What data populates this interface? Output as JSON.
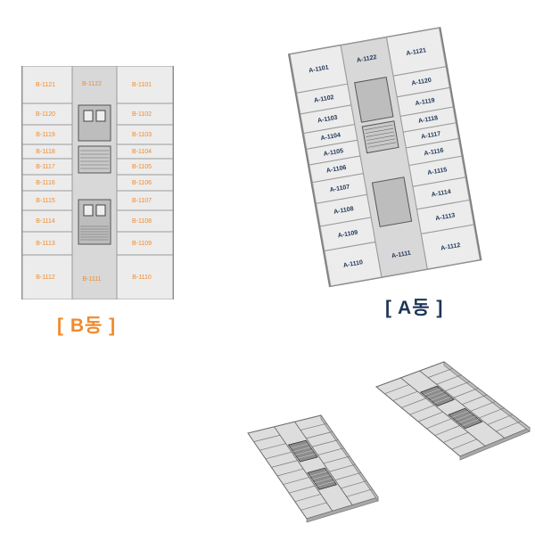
{
  "b_building": {
    "caption": "[ B동 ]",
    "left_rooms": [
      "B-1121",
      "B-1120",
      "B-1119",
      "B-1118",
      "B-1117",
      "B-1116",
      "B-1115",
      "B-1114",
      "B-1113",
      "B-1112"
    ],
    "right_rooms": [
      "B-1101",
      "B-1102",
      "B-1103",
      "B-1104",
      "B-1105",
      "B-1106",
      "B-1107",
      "B-1108",
      "B-1109",
      "B-1110"
    ],
    "top_center": "B-1122",
    "bottom_center": "B-1111"
  },
  "a_building": {
    "caption": "[ A동 ]",
    "left_rooms": [
      "A-1101",
      "A-1102",
      "A-1103",
      "A-1104",
      "A-1105",
      "A-1106",
      "A-1107",
      "A-1108",
      "A-1109",
      "A-1110"
    ],
    "right_rooms": [
      "A-1121",
      "A-1120",
      "A-1119",
      "A-1118",
      "A-1117",
      "A-1116",
      "A-1115",
      "A-1114",
      "A-1113",
      "A-1112"
    ],
    "top_center": "A-1122",
    "bottom_center": "A-1111"
  },
  "colors": {
    "b_accent": "#f08a2c",
    "a_accent": "#1d3557",
    "floor": "#e6e6e6",
    "wall": "#8c8c8c"
  }
}
